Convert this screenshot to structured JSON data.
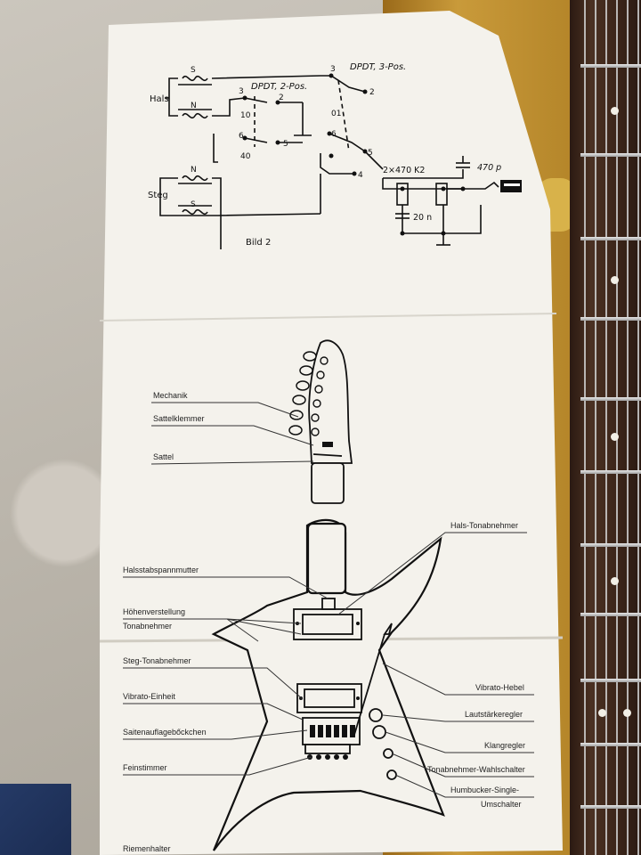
{
  "circuit": {
    "neck_pickup_label": "Hals",
    "bridge_pickup_label": "Steg",
    "coil_s": "S",
    "coil_n": "N",
    "switch1_title": "DPDT, 2-Pos.",
    "switch2_title": "DPDT, 3-Pos.",
    "sw1_pin3": "3",
    "sw1_pin2": "2",
    "sw1_pin10": "10",
    "sw1_pin6": "6",
    "sw1_pin5": "5",
    "sw1_pin40": "40",
    "sw2_pin3": "3",
    "sw2_pin2": "2",
    "sw2_pin01": "01",
    "sw2_pin6": "6",
    "sw2_pin5": "5",
    "sw2_pin4": "4",
    "pots_label": "2×470 K2",
    "cap1_label": "470 p",
    "cap2_label": "20 n",
    "figure_label": "Bild 2"
  },
  "headstock_labels": {
    "mechanik": "Mechanik",
    "sattelklemmer": "Sattelklemmer",
    "sattel": "Sattel"
  },
  "body_labels": {
    "hals_tonabnehmer": "Hals-Tonabnehmer",
    "halsstab": "Halsstabspannmutter",
    "hoehen": "Höhenverstellung",
    "tonabnehmer": "Tonabnehmer",
    "steg_tonabnehmer": "Steg-Tonabnehmer",
    "vibrato_einheit": "Vibrato-Einheit",
    "vibrato_hebel": "Vibrato-Hebel",
    "lautstaerke": "Lautstärkeregler",
    "saitenauflage": "Saitenauflagebőckchen",
    "klangregler": "Klangregler",
    "wahlschalter": "Tonabnehmer-Wahlschalter",
    "feinstimmer": "Feinstimmer",
    "humbucker": "Humbucker-Single-",
    "umschalter": "Umschalter",
    "riemenhalter": "Riemenhalter"
  }
}
